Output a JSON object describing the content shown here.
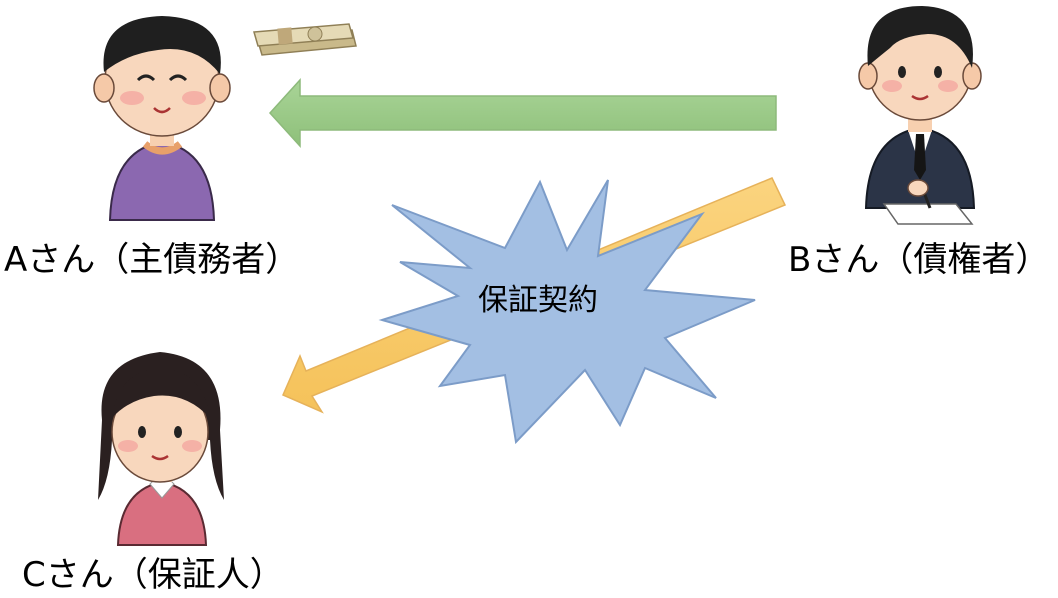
{
  "people": {
    "a": {
      "label": "Aさん（主債務者）",
      "shirt_color": "#8B68B0"
    },
    "b": {
      "label": "Bさん（債権者）",
      "suit_color": "#2B3447"
    },
    "c": {
      "label": "Cさん（保証人）",
      "shirt_color": "#D96F80"
    }
  },
  "contract": {
    "label": "保証契約",
    "color": "#A2BDE0"
  },
  "arrows": {
    "loan": {
      "color": "#9BC98A"
    },
    "guarantee": {
      "color": "#F9CB6E"
    }
  },
  "icons": [
    "money-stack-icon",
    "person-a-icon",
    "person-b-icon",
    "person-c-icon",
    "explosion-burst-icon"
  ]
}
